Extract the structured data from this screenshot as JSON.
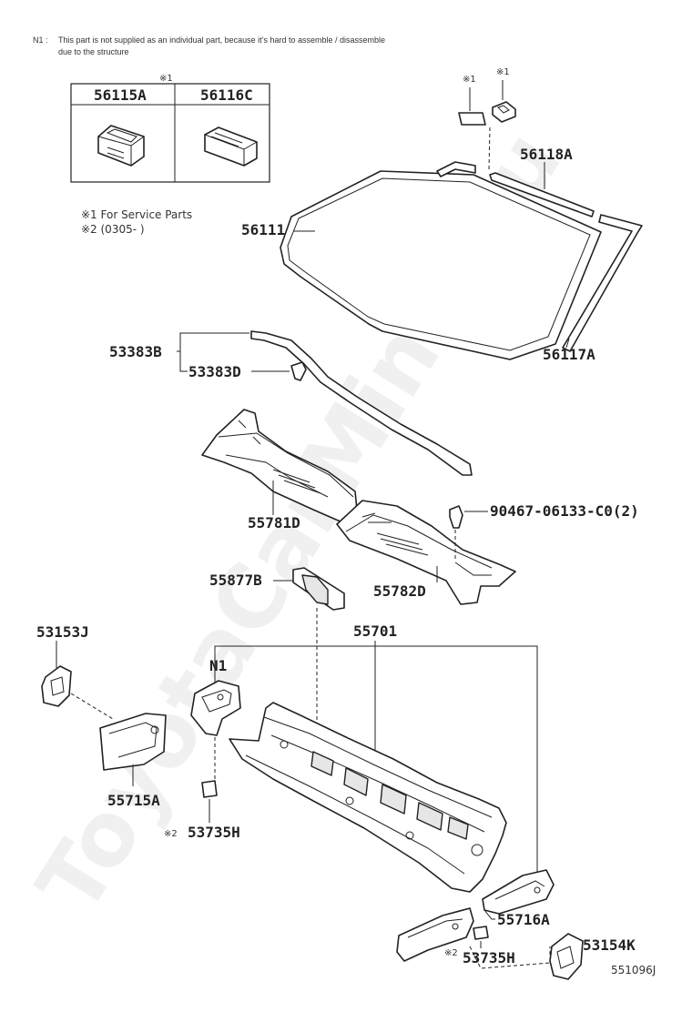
{
  "note": {
    "prefix": "N1 :",
    "line1": "This part is not supplied as an individual part, because it’s hard to assemble / disassemble",
    "line2": "due to the structure"
  },
  "inset": {
    "marker": "※1",
    "col1": "56115A",
    "col2": "56116C"
  },
  "legend": {
    "line1": "※1 For Service Parts",
    "line2": "※2 (0305-        )"
  },
  "markers": {
    "service": "※1",
    "period": "※2"
  },
  "labels": {
    "p56118A": "56118A",
    "p56111": "56111",
    "p56117A": "56117A",
    "p53383B": "53383B",
    "p53383D": "53383D",
    "p55781D": "55781D",
    "p90467": "90467-06133-C0(2)",
    "p55877B": "55877B",
    "p55782D": "55782D",
    "p55701": "55701",
    "p53153J": "53153J",
    "pN1": "N1",
    "p55715A": "55715A",
    "p53735H_1": "53735H",
    "p55716A": "55716A",
    "p53154K": "53154K",
    "p53735H_2": "53735H"
  },
  "diagram_id": "551096J",
  "watermark": "ToyotaCarMiner.ru"
}
